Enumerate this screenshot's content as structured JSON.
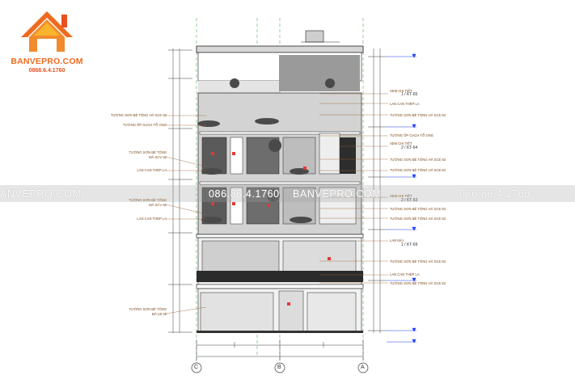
{
  "brand": {
    "name": "BANVEPRO.COM",
    "phone": "0868.6.4.1760",
    "colors": {
      "orange": "#ef6a1f",
      "red": "#e8501f",
      "yellow": "#f7b42c"
    }
  },
  "watermark": {
    "left": "ANVEPRO.COM",
    "center_phone": "086.86.4.1760",
    "center_brand": "BANVEPRO.COM",
    "right_phone": "086.86.4.1760"
  },
  "left_labels": [
    "TƯỜNG SƠN BÊ TÔNG HÃ SCE 82",
    "TƯỜNG ỐP GẠCH TỔ ONG",
    "TƯỜNG SƠN BÊ TÔNG",
    "MÃ SCV 82",
    "LAN CAN THÉP LA",
    "TƯỜNG SƠN BÊ TÔNG",
    "MÃ SCV 82",
    "LAN CAN THÉP LA",
    "TƯỜNG SƠN BÊ TÔNG",
    "MÃ LB 05"
  ],
  "right_labels": [
    "XEM CHI TIẾT",
    "1 / KT-65",
    "LAN CAN THÉP LA",
    "TƯỜNG SƠN BÊ TÔNG HÃ SCE 82",
    "TƯỜNG ỐP GẠCH TỔ ONG",
    "XEM CHI TIẾT",
    "2 / KT-64",
    "TƯỜNG SƠN BÊ TÔNG HÃ SCE 82",
    "TƯỜNG SƠN BÊ TÔNG HÃ SCE 82",
    "XEM CHI TIẾT",
    "2 / KT-63",
    "TƯỜNG SƠN BÊ TÔNG HÃ SCE 82",
    "TƯỜNG SƠN BÊ TÔNG HÃ SCE 82",
    "LAN MÁI",
    "1 / KT-69",
    "TƯỜNG SƠN BÊ TÔNG HÃ SCE 82",
    "LAN CAN THÉP LA",
    "TƯỜNG SƠN BÊ TÔNG HÃ SCE 82"
  ],
  "grid_axes": [
    "C",
    "B",
    "A"
  ]
}
